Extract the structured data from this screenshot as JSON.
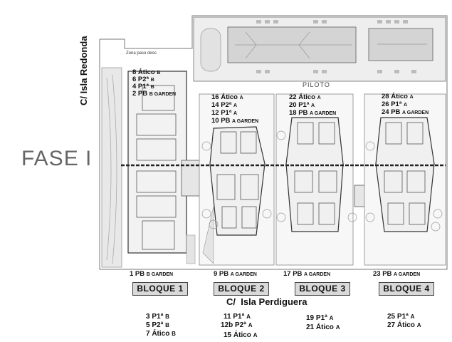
{
  "phase_label": "FASE I",
  "street_top": "C/  Isla Redonda",
  "street_bottom": "C/  Isla Perdiguera",
  "pool_label": "PILOTO",
  "zone_note": "Zona paso desc.",
  "bloques": [
    "BLOQUE 1",
    "BLOQUE 2",
    "BLOQUE 3",
    "BLOQUE 4"
  ],
  "b1_units": [
    {
      "main": "8 Ático",
      "sub": "B"
    },
    {
      "main": "6 P2ª",
      "sub": "B"
    },
    {
      "main": "4 P1ª",
      "sub": "B"
    },
    {
      "main": "2 PB",
      "sub": "B GARDEN"
    }
  ],
  "b2_units": [
    {
      "main": "16 Ático",
      "sub": "A"
    },
    {
      "main": "14 P2ª",
      "sub": "A"
    },
    {
      "main": "12 P1ª",
      "sub": "A"
    },
    {
      "main": "10 PB",
      "sub": "A GARDEN"
    }
  ],
  "b3_units": [
    {
      "main": "22 Ático",
      "sub": "A"
    },
    {
      "main": "20 P1ª",
      "sub": "A"
    },
    {
      "main": "18 PB",
      "sub": "A GARDEN"
    }
  ],
  "b4_units": [
    {
      "main": "28 Ático",
      "sub": "A"
    },
    {
      "main": "26 P1ª",
      "sub": "A"
    },
    {
      "main": "24 PB",
      "sub": "A GARDEN"
    }
  ],
  "ground_units": [
    {
      "main": "1 PB",
      "sub": "B GARDEN"
    },
    {
      "main": "9 PB",
      "sub": "A GARDEN"
    },
    {
      "main": "17 PB",
      "sub": "A GARDEN"
    },
    {
      "main": "23 PB",
      "sub": "A GARDEN"
    }
  ],
  "below_b1": [
    {
      "main": "3 P1ª",
      "sub": "B"
    },
    {
      "main": "5 P2ª",
      "sub": "B"
    },
    {
      "main": "7 Ático",
      "sub": "B"
    }
  ],
  "below_b2": [
    {
      "main": "11 P1ª",
      "sub": "A"
    },
    {
      "main": "12b P2ª",
      "sub": "A"
    },
    {
      "main": "15 Ático",
      "sub": "A"
    }
  ],
  "below_b3": [
    {
      "main": "19 P1ª",
      "sub": "A"
    },
    {
      "main": "21 Ático",
      "sub": "A"
    }
  ],
  "below_b4": [
    {
      "main": "25 P1ª",
      "sub": "A"
    },
    {
      "main": "27 Ático",
      "sub": "A"
    }
  ]
}
